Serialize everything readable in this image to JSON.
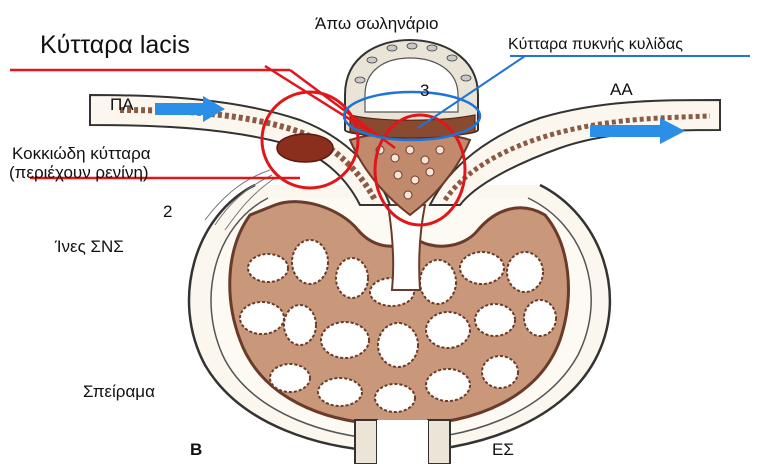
{
  "labels": {
    "lacis": "Κύτταρα lacis",
    "distal_tubule": "Άπω σωληνάριο",
    "macula_densa": "Κύτταρα πυκνής κυλίδας",
    "afferent": "ΠΑ",
    "efferent": "ΑΑ",
    "granular_line1": "Κοκκιώδη κύτταρα",
    "granular_line2": "(περιέχουν ρενίνη)",
    "num2": "2",
    "num3": "3",
    "sns_fibers": "Ίνες ΣΝΣ",
    "glomerulus": "Σπείραμα",
    "panel": "B",
    "es": "ΕΣ"
  },
  "colors": {
    "capillary_fill": "#c9977a",
    "capillary_dark": "#6b3b2a",
    "lumen": "#ffffff",
    "tubule_cells": "#e9e4d6",
    "capsule_line": "#333333",
    "red_marker": "#e0161b",
    "blue_marker": "#1f74d6",
    "arrow_blue": "#2b8fe8"
  }
}
